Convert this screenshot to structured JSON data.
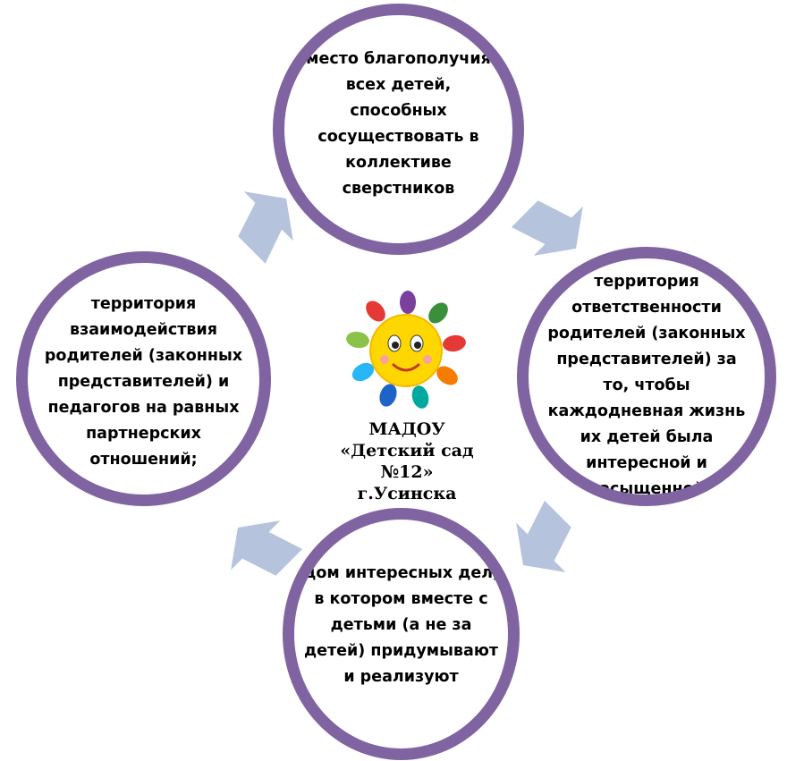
{
  "center": {
    "org": "МАДОУ",
    "name": "«Детский сад №12»",
    "city": "г.Усинска"
  },
  "circles": {
    "top": "место благополучия всех детей, способных сосуществовать в коллективе сверстников",
    "right": "территория ответственности родителей (законных представителей) за то, чтобы каждодневная жизнь их детей была интересной и насыщенной",
    "bottom": "дом интересных дел, в котором вместе с детьми (а не за детей) придумывают и реализуют",
    "left": "территория взаимодействия родителей (законных представителей) и педагогов на равных партнерских отношений;"
  },
  "colors": {
    "ring": "#8064a2",
    "arrow": "#b6c3dc",
    "sun": "#ffd700",
    "hands": [
      "#7b3f9e",
      "#3a8f3a",
      "#e53935",
      "#f57c00",
      "#29b6f6",
      "#1e63c8",
      "#8bc34a",
      "#00a99d"
    ]
  }
}
